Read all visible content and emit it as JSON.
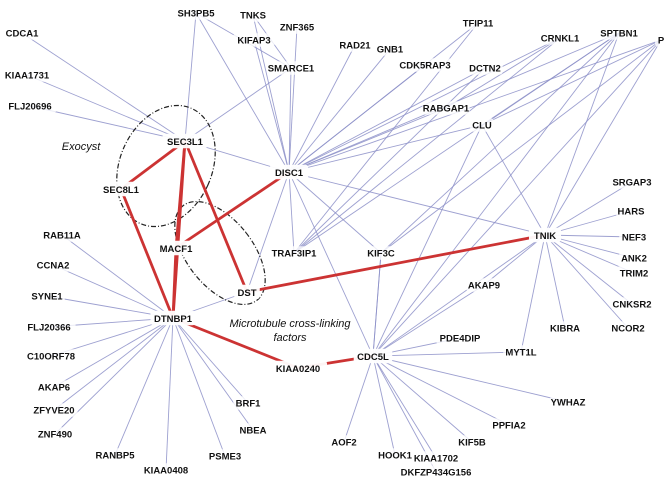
{
  "colors": {
    "background": "#ffffff",
    "edge_default": "#8c8fc8",
    "edge_highlight": "#cc3333",
    "group_outline": "#222222",
    "node_fill": "#ffffff",
    "label": "#111111"
  },
  "groups": [
    {
      "id": "exocyst",
      "label": "Exocyst"
    },
    {
      "id": "microtubule",
      "label": "Microtubule cross-linking\nfactors"
    }
  ],
  "nodes": [
    {
      "id": "CDCA1",
      "label": "CDCA1",
      "hub": false
    },
    {
      "id": "KIAA1731",
      "label": "KIAA1731",
      "hub": false
    },
    {
      "id": "FLJ20696",
      "label": "FLJ20696",
      "hub": false
    },
    {
      "id": "SH3PB5",
      "label": "SH3PB5",
      "hub": false
    },
    {
      "id": "TNKS",
      "label": "TNKS",
      "hub": false
    },
    {
      "id": "ZNF365",
      "label": "ZNF365",
      "hub": false
    },
    {
      "id": "KIFAP3",
      "label": "KIFAP3",
      "hub": false
    },
    {
      "id": "SMARCE1",
      "label": "SMARCE1",
      "hub": false
    },
    {
      "id": "RAD21",
      "label": "RAD21",
      "hub": false
    },
    {
      "id": "GNB1",
      "label": "GNB1",
      "hub": false
    },
    {
      "id": "CDK5RAP3",
      "label": "CDK5RAP3",
      "hub": false
    },
    {
      "id": "TFIP11",
      "label": "TFIP11",
      "hub": false
    },
    {
      "id": "DCTN2",
      "label": "DCTN2",
      "hub": false
    },
    {
      "id": "CRNKL1",
      "label": "CRNKL1",
      "hub": false
    },
    {
      "id": "SPTBN1",
      "label": "SPTBN1",
      "hub": false
    },
    {
      "id": "P",
      "label": "P",
      "hub": false
    },
    {
      "id": "RABGAP1",
      "label": "RABGAP1",
      "hub": false
    },
    {
      "id": "CLU",
      "label": "CLU",
      "hub": false
    },
    {
      "id": "SEC3L1",
      "label": "SEC3L1",
      "hub": true
    },
    {
      "id": "SEC8L1",
      "label": "SEC8L1",
      "hub": true
    },
    {
      "id": "DISC1",
      "label": "DISC1",
      "hub": true
    },
    {
      "id": "MACF1",
      "label": "MACF1",
      "hub": true
    },
    {
      "id": "DST",
      "label": "DST",
      "hub": true
    },
    {
      "id": "TRAF3IP1",
      "label": "TRAF3IP1",
      "hub": false
    },
    {
      "id": "KIF3C",
      "label": "KIF3C",
      "hub": false
    },
    {
      "id": "TNIK",
      "label": "TNIK",
      "hub": true
    },
    {
      "id": "DTNBP1",
      "label": "DTNBP1",
      "hub": true
    },
    {
      "id": "KIAA0240",
      "label": "KIAA0240",
      "hub": true
    },
    {
      "id": "CDC5L",
      "label": "CDC5L",
      "hub": true
    },
    {
      "id": "RAB11A",
      "label": "RAB11A",
      "hub": false
    },
    {
      "id": "CCNA2",
      "label": "CCNA2",
      "hub": false
    },
    {
      "id": "SYNE1",
      "label": "SYNE1",
      "hub": false
    },
    {
      "id": "FLJ20366",
      "label": "FLJ20366",
      "hub": false
    },
    {
      "id": "C10ORF78",
      "label": "C10ORF78",
      "hub": false
    },
    {
      "id": "AKAP6",
      "label": "AKAP6",
      "hub": false
    },
    {
      "id": "ZFYVE20",
      "label": "ZFYVE20",
      "hub": false
    },
    {
      "id": "ZNF490",
      "label": "ZNF490",
      "hub": false
    },
    {
      "id": "RANBP5",
      "label": "RANBP5",
      "hub": false
    },
    {
      "id": "KIAA0408",
      "label": "KIAA0408",
      "hub": false
    },
    {
      "id": "PSME3",
      "label": "PSME3",
      "hub": false
    },
    {
      "id": "NBEA",
      "label": "NBEA",
      "hub": false
    },
    {
      "id": "BRF1",
      "label": "BRF1",
      "hub": false
    },
    {
      "id": "SRGAP3",
      "label": "SRGAP3",
      "hub": false
    },
    {
      "id": "HARS",
      "label": "HARS",
      "hub": false
    },
    {
      "id": "NEF3",
      "label": "NEF3",
      "hub": false
    },
    {
      "id": "ANK2",
      "label": "ANK2",
      "hub": false
    },
    {
      "id": "TRIM2",
      "label": "TRIM2",
      "hub": false
    },
    {
      "id": "CNKSR2",
      "label": "CNKSR2",
      "hub": false
    },
    {
      "id": "NCOR2",
      "label": "NCOR2",
      "hub": false
    },
    {
      "id": "KIBRA",
      "label": "KIBRA",
      "hub": false
    },
    {
      "id": "AKAP9",
      "label": "AKAP9",
      "hub": false
    },
    {
      "id": "PDE4DIP",
      "label": "PDE4DIP",
      "hub": false
    },
    {
      "id": "MYT1L",
      "label": "MYT1L",
      "hub": false
    },
    {
      "id": "YWHAZ",
      "label": "YWHAZ",
      "hub": false
    },
    {
      "id": "PPFIA2",
      "label": "PPFIA2",
      "hub": false
    },
    {
      "id": "KIF5B",
      "label": "KIF5B",
      "hub": false
    },
    {
      "id": "KIAA1702",
      "label": "KIAA1702",
      "hub": false
    },
    {
      "id": "HOOK1",
      "label": "HOOK1",
      "hub": false
    },
    {
      "id": "DKFZP434G156",
      "label": "DKFZP434G156",
      "hub": false
    },
    {
      "id": "AOF2",
      "label": "AOF2",
      "hub": false
    }
  ],
  "highlight_edges": [
    [
      "SEC3L1",
      "SEC8L1"
    ],
    [
      "SEC3L1",
      "MACF1"
    ],
    [
      "SEC3L1",
      "DST"
    ],
    [
      "SEC8L1",
      "DTNBP1"
    ],
    [
      "SEC3L1",
      "DTNBP1"
    ],
    [
      "MACF1",
      "DTNBP1"
    ],
    [
      "DISC1",
      "MACF1"
    ],
    [
      "DST",
      "TNIK"
    ],
    [
      "DTNBP1",
      "KIAA0240"
    ],
    [
      "KIAA0240",
      "CDC5L"
    ]
  ],
  "edges": [
    [
      "DISC1",
      "SH3PB5"
    ],
    [
      "DISC1",
      "TNKS"
    ],
    [
      "DISC1",
      "ZNF365"
    ],
    [
      "DISC1",
      "KIFAP3"
    ],
    [
      "DISC1",
      "SMARCE1"
    ],
    [
      "DISC1",
      "RAD21"
    ],
    [
      "DISC1",
      "GNB1"
    ],
    [
      "DISC1",
      "CDK5RAP3"
    ],
    [
      "DISC1",
      "TFIP11"
    ],
    [
      "DISC1",
      "DCTN2"
    ],
    [
      "DISC1",
      "CRNKL1"
    ],
    [
      "DISC1",
      "SPTBN1"
    ],
    [
      "DISC1",
      "P"
    ],
    [
      "DISC1",
      "RABGAP1"
    ],
    [
      "DISC1",
      "CLU"
    ],
    [
      "DISC1",
      "SEC3L1"
    ],
    [
      "DISC1",
      "TRAF3IP1"
    ],
    [
      "DISC1",
      "KIF3C"
    ],
    [
      "DISC1",
      "TNIK"
    ],
    [
      "DISC1",
      "CDC5L"
    ],
    [
      "DISC1",
      "DST"
    ],
    [
      "TRAF3IP1",
      "SPTBN1"
    ],
    [
      "TRAF3IP1",
      "CRNKL1"
    ],
    [
      "TRAF3IP1",
      "TFIP11"
    ],
    [
      "TRAF3IP1",
      "DCTN2"
    ],
    [
      "KIF3C",
      "P"
    ],
    [
      "KIF3C",
      "SPTBN1"
    ],
    [
      "KIF3C",
      "CDC5L"
    ],
    [
      "SEC3L1",
      "CDCA1"
    ],
    [
      "SEC3L1",
      "SH3PB5"
    ],
    [
      "SEC3L1",
      "SMARCE1"
    ],
    [
      "SEC3L1",
      "FLJ20696"
    ],
    [
      "SEC3L1",
      "KIAA1731"
    ],
    [
      "SMARCE1",
      "SH3PB5"
    ],
    [
      "SMARCE1",
      "TNKS"
    ],
    [
      "DTNBP1",
      "RAB11A"
    ],
    [
      "DTNBP1",
      "CCNA2"
    ],
    [
      "DTNBP1",
      "SYNE1"
    ],
    [
      "DTNBP1",
      "FLJ20366"
    ],
    [
      "DTNBP1",
      "C10ORF78"
    ],
    [
      "DTNBP1",
      "AKAP6"
    ],
    [
      "DTNBP1",
      "ZFYVE20"
    ],
    [
      "DTNBP1",
      "ZNF490"
    ],
    [
      "DTNBP1",
      "RANBP5"
    ],
    [
      "DTNBP1",
      "KIAA0408"
    ],
    [
      "DTNBP1",
      "PSME3"
    ],
    [
      "DTNBP1",
      "NBEA"
    ],
    [
      "DTNBP1",
      "BRF1"
    ],
    [
      "DTNBP1",
      "DST"
    ],
    [
      "TNIK",
      "SRGAP3"
    ],
    [
      "TNIK",
      "HARS"
    ],
    [
      "TNIK",
      "NEF3"
    ],
    [
      "TNIK",
      "ANK2"
    ],
    [
      "TNIK",
      "TRIM2"
    ],
    [
      "TNIK",
      "CNKSR2"
    ],
    [
      "TNIK",
      "NCOR2"
    ],
    [
      "TNIK",
      "KIBRA"
    ],
    [
      "TNIK",
      "MYT1L"
    ],
    [
      "TNIK",
      "CDC5L"
    ],
    [
      "TNIK",
      "SPTBN1"
    ],
    [
      "TNIK",
      "P"
    ],
    [
      "TNIK",
      "CLU"
    ],
    [
      "TNIK",
      "AKAP9"
    ],
    [
      "CDC5L",
      "AKAP9"
    ],
    [
      "CDC5L",
      "PDE4DIP"
    ],
    [
      "CDC5L",
      "MYT1L"
    ],
    [
      "CDC5L",
      "YWHAZ"
    ],
    [
      "CDC5L",
      "PPFIA2"
    ],
    [
      "CDC5L",
      "KIF5B"
    ],
    [
      "CDC5L",
      "KIAA1702"
    ],
    [
      "CDC5L",
      "HOOK1"
    ],
    [
      "CDC5L",
      "DKFZP434G156"
    ],
    [
      "CDC5L",
      "AOF2"
    ],
    [
      "CDC5L",
      "KIF3C"
    ],
    [
      "CDC5L",
      "SPTBN1"
    ],
    [
      "CDC5L",
      "CLU"
    ],
    [
      "CDC5L",
      "P"
    ],
    [
      "CLU",
      "SPTBN1"
    ],
    [
      "RABGAP1",
      "CRNKL1"
    ],
    [
      "CLU",
      "P"
    ]
  ]
}
